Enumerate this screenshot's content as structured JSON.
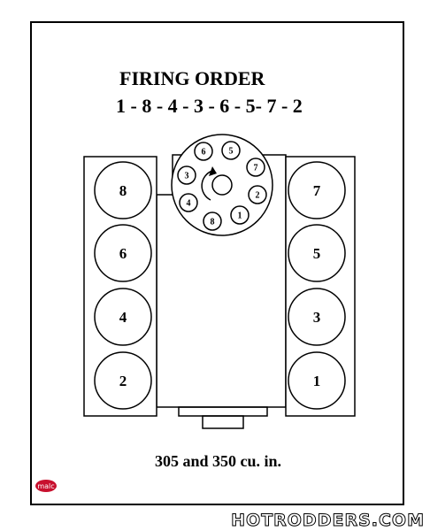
{
  "diagram": {
    "title": "FIRING ORDER",
    "firing_order": "1 - 8 - 4 - 3 - 6 - 5- 7 - 2",
    "caption": "305 and 350 cu. in.",
    "left_bank": [
      "8",
      "6",
      "4",
      "2"
    ],
    "right_bank": [
      "7",
      "5",
      "3",
      "1"
    ],
    "distributor_terminals": [
      "6",
      "5",
      "7",
      "2",
      "1",
      "8",
      "4",
      "3"
    ],
    "rotation": "clockwise",
    "logo_text": "malc",
    "watermark": "HOTRODDERS.COM"
  },
  "colors": {
    "line": "#000000",
    "background": "#ffffff",
    "logo": "#c8102e",
    "watermark_fill": "#ffffff",
    "watermark_outline": "#000000"
  }
}
